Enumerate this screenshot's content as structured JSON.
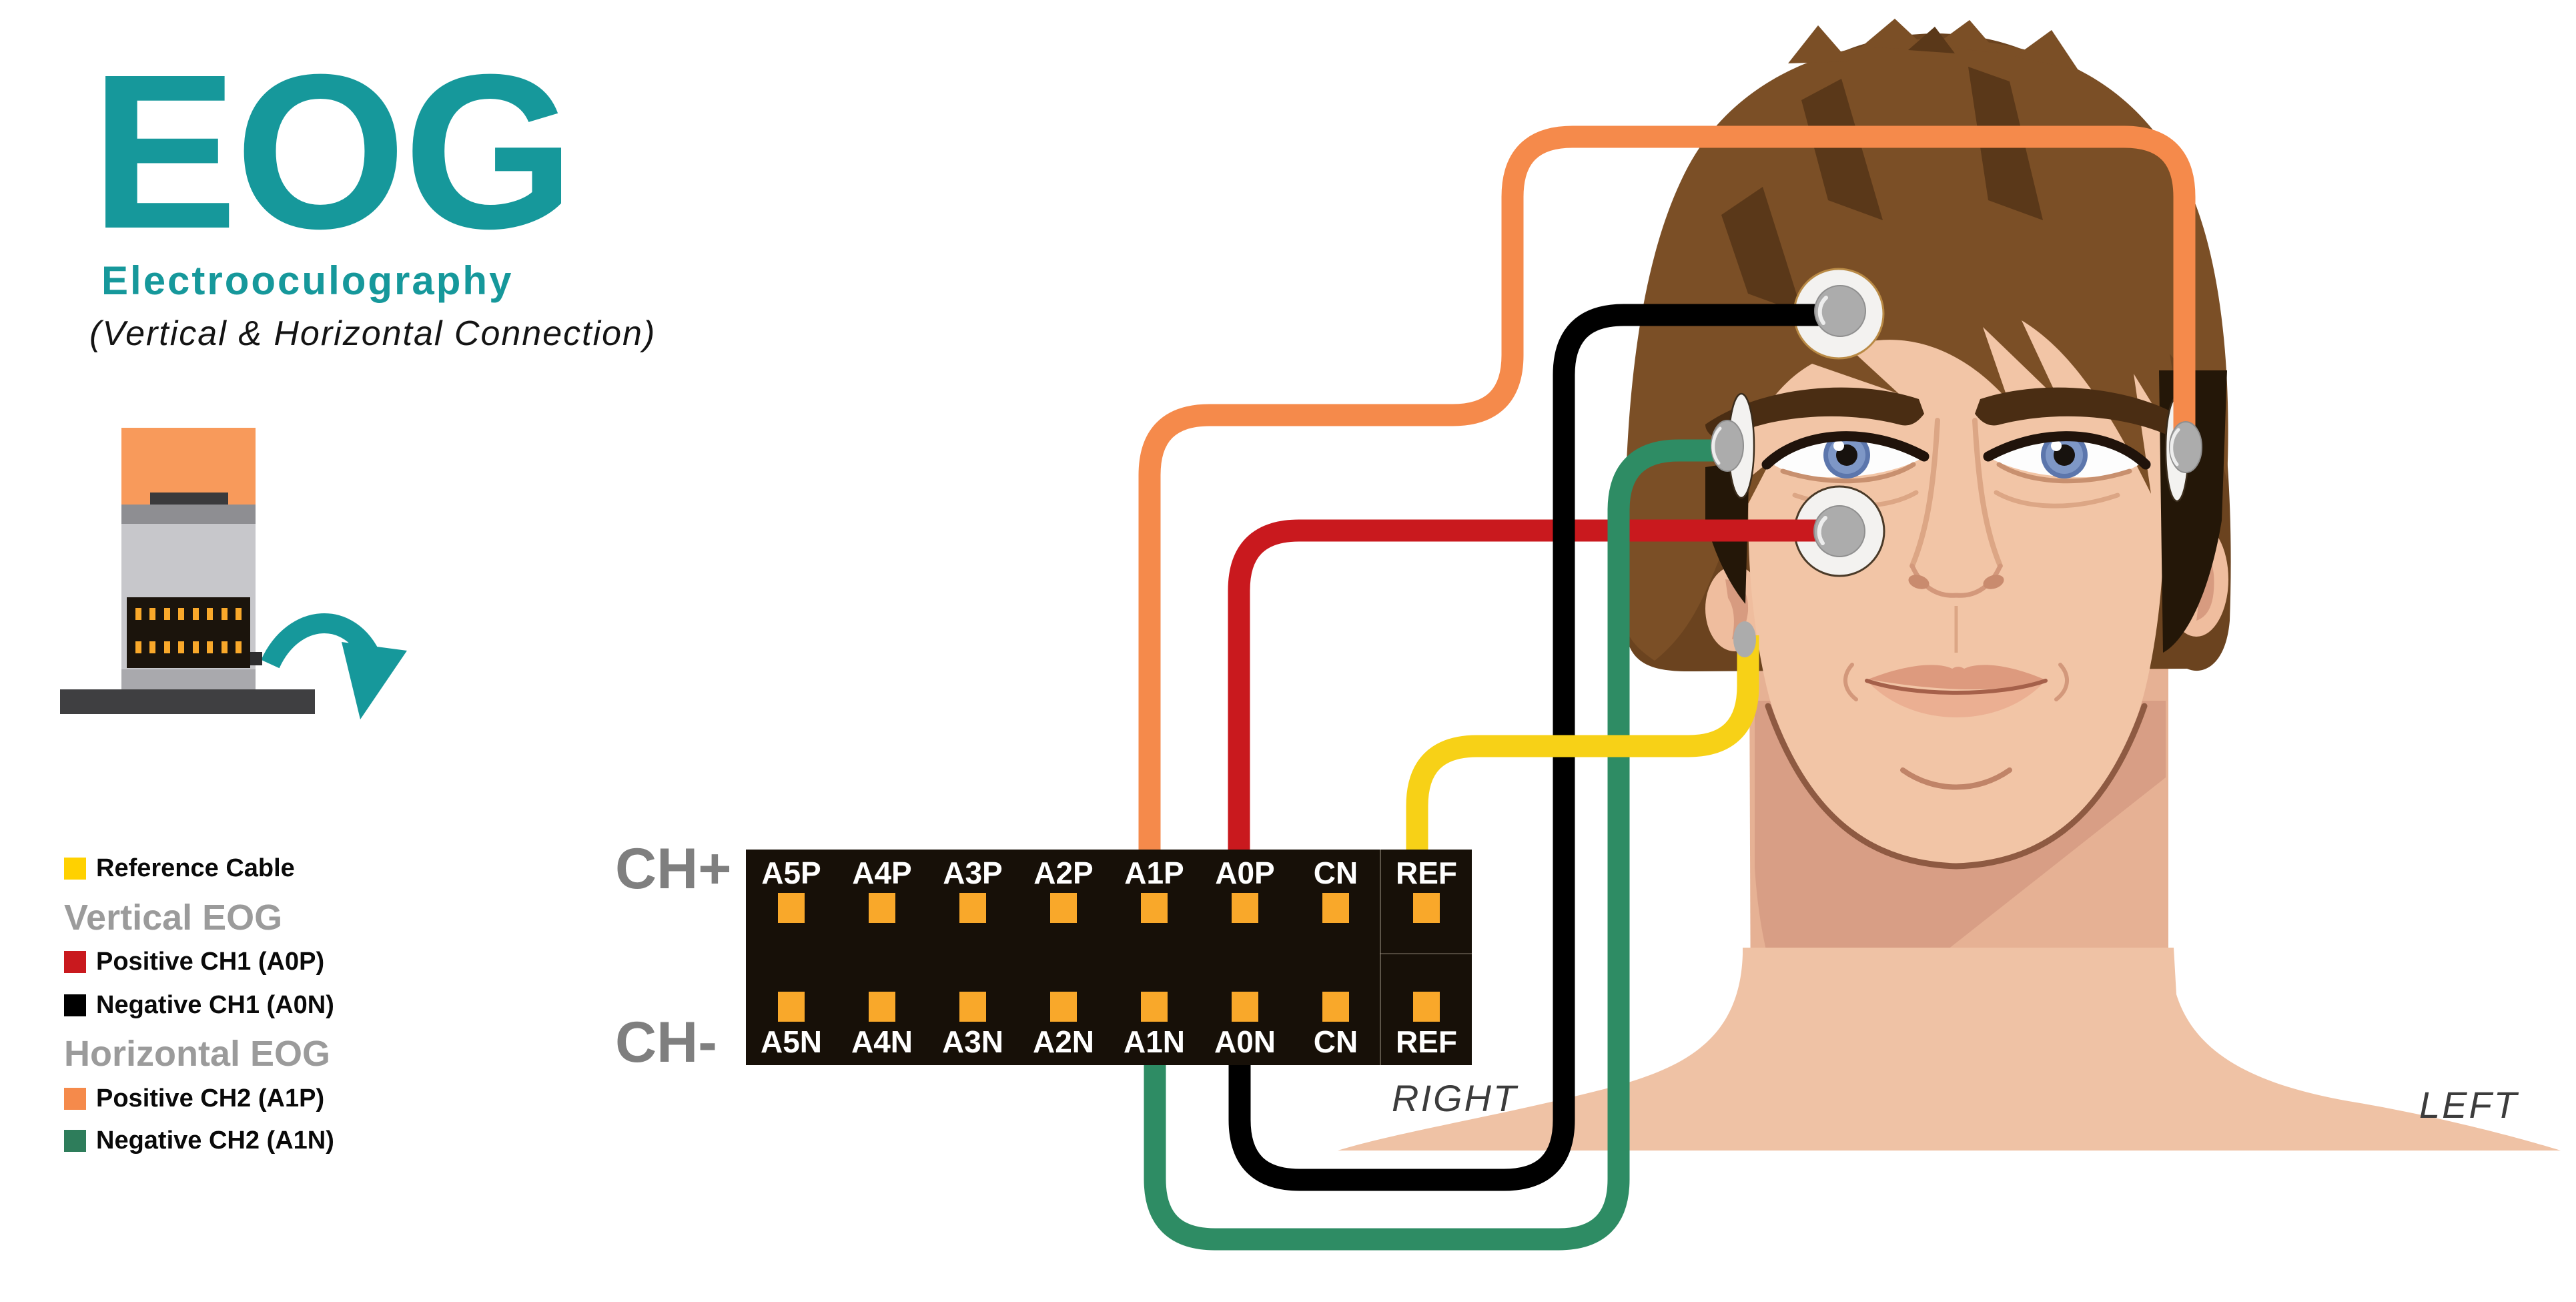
{
  "title": {
    "acronym": "EOG",
    "subtitle": "Electrooculography",
    "tagline": "(Vertical & Horizontal Connection)"
  },
  "palette": {
    "teal": "#16989B",
    "panel_bg": "#171008",
    "pin_orange": "#F9A82A",
    "wire_orange": "#F58A4B",
    "wire_red": "#C9191E",
    "wire_black": "#000000",
    "wire_green": "#2E8C64",
    "wire_yellow": "#F7D117",
    "label_gray": "#7F7F7F",
    "heading_gray": "#9B9B9B",
    "skin": "#F2C5A6",
    "neck": "#E6B194",
    "neck_shadow": "#D89E85",
    "shoulders": "#EFC2A5",
    "hair": "#7B4F26",
    "hair_dark": "#5A3819",
    "hair_deep": "#241708",
    "electrode_pad": "#F3F2F0",
    "electrode_nub": "#ACACAC"
  },
  "device": {
    "cap_orange": "#F89A5B",
    "band_gray": "#8E8E92",
    "body_gray": "#C7C7CB",
    "bottom_gray": "#A9A9AD",
    "base_dark": "#3F3F41",
    "connector_black": "#1B140C"
  },
  "legend": {
    "reference": {
      "label": "Reference Cable",
      "color": "#FFD100"
    },
    "vertical_heading": "Vertical EOG",
    "positive_ch1": {
      "label": "Positive CH1 (A0P)",
      "color": "#C9191E"
    },
    "negative_ch1": {
      "label": "Negative CH1 (A0N)",
      "color": "#000000"
    },
    "horizontal_heading": "Horizontal EOG",
    "positive_ch2": {
      "label": "Positive CH2 (A1P)",
      "color": "#F58A4B"
    },
    "negative_ch2": {
      "label": "Negative CH2 (A1N)",
      "color": "#2E7D5B"
    }
  },
  "connector": {
    "row_positive_label": "CH+",
    "row_negative_label": "CH-",
    "top_labels": [
      "A5P",
      "A4P",
      "A3P",
      "A2P",
      "A1P",
      "A0P",
      "CN",
      "REF"
    ],
    "bottom_labels": [
      "A5N",
      "A4N",
      "A3N",
      "A2N",
      "A1N",
      "A0N",
      "CN",
      "REF"
    ]
  },
  "body_labels": {
    "right": "RIGHT",
    "left": "LEFT"
  },
  "wires": [
    {
      "name": "positive-ch2-wire",
      "color": "#F58A4B",
      "from": "A1P",
      "to": "left-temple-electrode"
    },
    {
      "name": "positive-ch1-wire",
      "color": "#C9191E",
      "from": "A0P",
      "to": "under-eye-electrode"
    },
    {
      "name": "negative-ch1-wire",
      "color": "#000000",
      "from": "A0N",
      "to": "forehead-electrode"
    },
    {
      "name": "negative-ch2-wire",
      "color": "#2E8C64",
      "from": "A1N",
      "to": "right-temple-electrode"
    },
    {
      "name": "reference-wire",
      "color": "#F7D117",
      "from": "REF",
      "to": "jaw-electrode"
    }
  ],
  "electrodes": [
    "forehead-electrode",
    "under-eye-electrode",
    "right-temple-electrode",
    "left-temple-electrode",
    "jaw-electrode"
  ]
}
